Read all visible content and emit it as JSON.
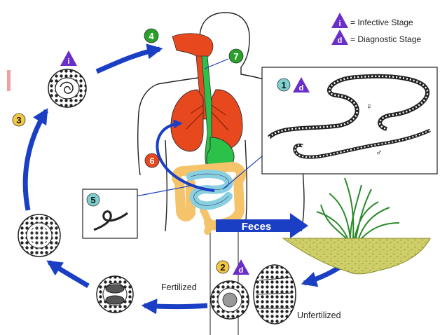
{
  "legend": {
    "infective_symbol": "i",
    "infective_label": "= Infective Stage",
    "diagnostic_symbol": "d",
    "diagnostic_label": "= Diagnostic Stage"
  },
  "steps": [
    {
      "number": "1",
      "color": "#7ecfd0",
      "symbol": "d"
    },
    {
      "number": "2",
      "color": "#f5c842",
      "symbol": "d"
    },
    {
      "number": "3",
      "color": "#f5c842"
    },
    {
      "number": "4",
      "color": "#2aa02a",
      "symbol": "i"
    },
    {
      "number": "5",
      "color": "#7ecfd0"
    },
    {
      "number": "6",
      "color": "#e8481e"
    },
    {
      "number": "7",
      "color": "#2aa02a"
    }
  ],
  "labels": {
    "feces": "Feces",
    "fertilized": "Fertilized",
    "unfertilized": "Unfertilized",
    "female_symbol": "♀",
    "male_symbol": "♂"
  },
  "colors": {
    "arrow": "#1a3fc4",
    "lungs": "#e8481e",
    "esophagus": "#2cc24a",
    "intestine_small": "#88cfe0",
    "intestine_large": "#f5c36a",
    "soil": "#cfcf6a",
    "marker": "#6a2fc8"
  }
}
